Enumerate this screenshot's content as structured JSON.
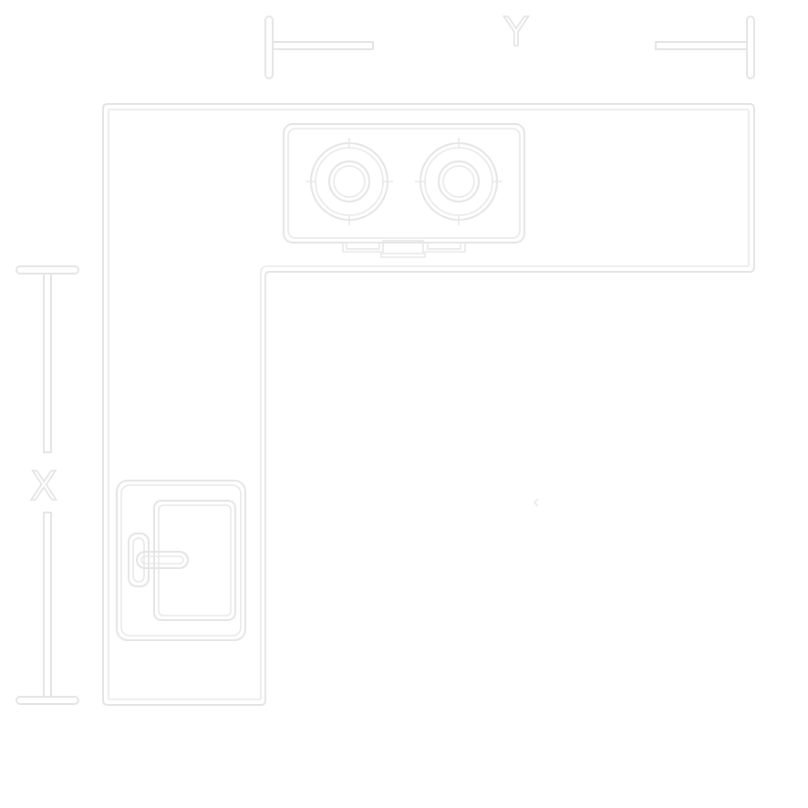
{
  "diagram": {
    "description_type": "l-shaped-kitchen-plan",
    "dimension_labels": {
      "horizontal": "Y",
      "vertical": "X"
    },
    "line_color": "#e4e4e4",
    "background_color": "#ffffff"
  }
}
